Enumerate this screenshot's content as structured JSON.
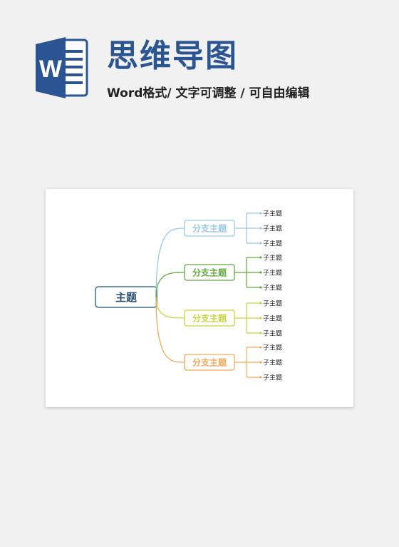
{
  "header": {
    "title": "思维导图",
    "subtitle": "Word格式/ 文字可调整 / 可自由编辑",
    "logo_letter": "W",
    "logo_color": "#2b5592"
  },
  "mindmap": {
    "root": {
      "label": "主题",
      "color": "#3d6f96"
    },
    "branches": [
      {
        "label": "分支主题",
        "color": "#9ac9e8",
        "children": [
          "子主题",
          "子主题",
          "子主题"
        ]
      },
      {
        "label": "分支主题",
        "color": "#62a93c",
        "children": [
          "子主题",
          "子主题",
          "子主题"
        ]
      },
      {
        "label": "分支主题",
        "color": "#c8d43c",
        "children": [
          "子主题",
          "子主题",
          "子主题"
        ]
      },
      {
        "label": "分支主题",
        "color": "#f2a85a",
        "children": [
          "子主题",
          "子主题",
          "子主题"
        ]
      }
    ]
  }
}
